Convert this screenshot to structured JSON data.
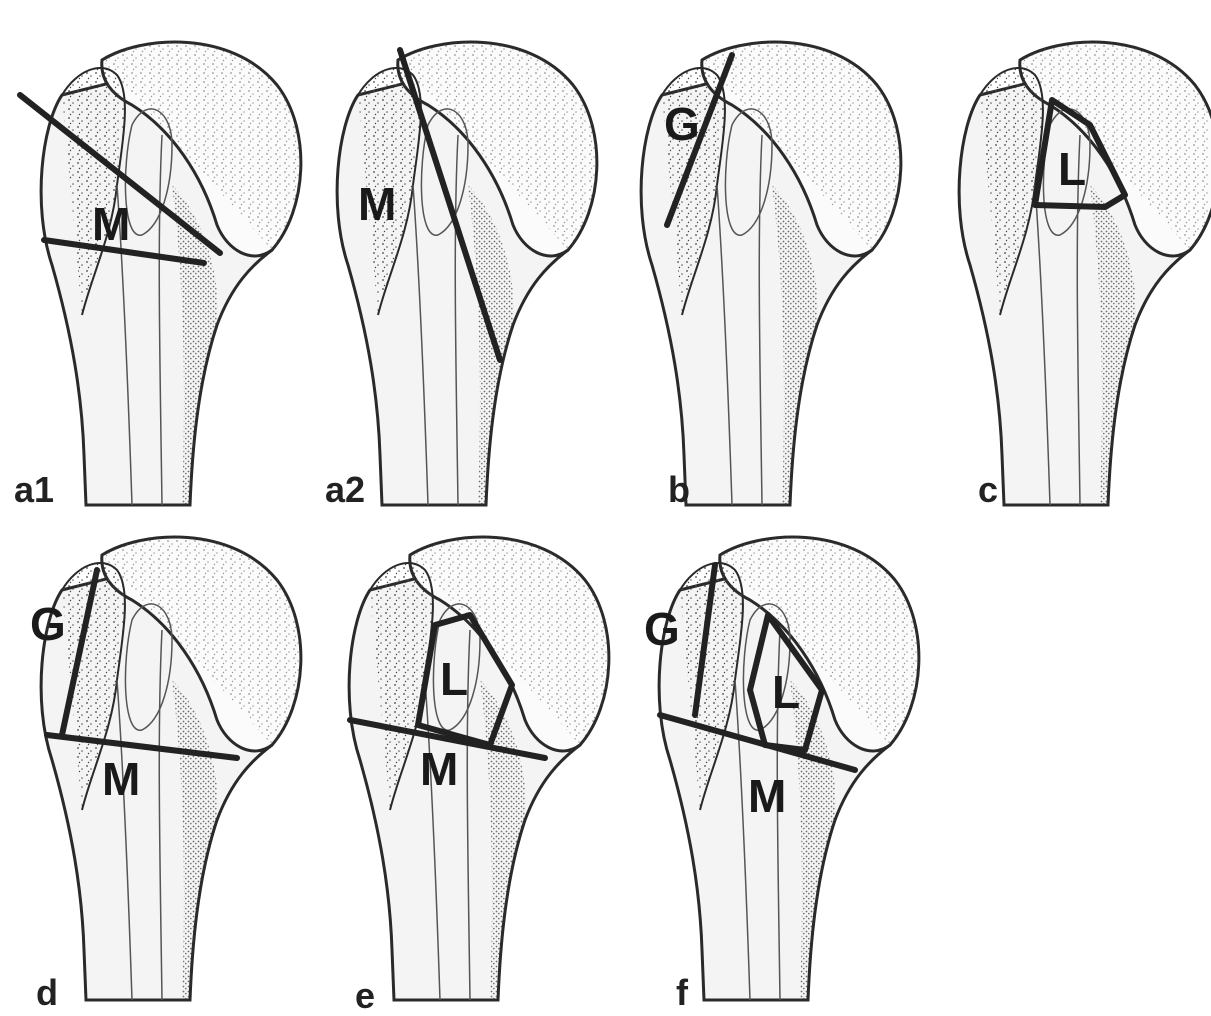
{
  "panels": [
    {
      "id": "a1",
      "caption": "a1",
      "labels": [
        "M"
      ]
    },
    {
      "id": "a2",
      "caption": "a2",
      "labels": [
        "M"
      ]
    },
    {
      "id": "b",
      "caption": "b",
      "labels": [
        "G"
      ]
    },
    {
      "id": "c",
      "caption": "c",
      "labels": [
        "L"
      ]
    },
    {
      "id": "d",
      "caption": "d",
      "labels": [
        "G",
        "M"
      ]
    },
    {
      "id": "e",
      "caption": "e",
      "labels": [
        "L",
        "M"
      ]
    },
    {
      "id": "f",
      "caption": "f",
      "labels": [
        "G",
        "L",
        "M"
      ]
    }
  ],
  "colors": {
    "ink": "#222222",
    "bone": "#f4f4f4",
    "background": "#ffffff"
  }
}
